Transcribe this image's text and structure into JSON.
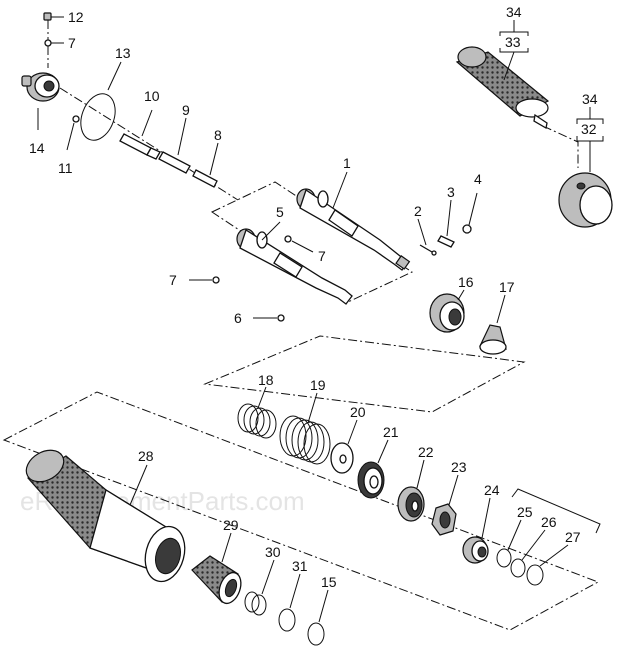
{
  "watermark": "eReplacementParts.com",
  "labels": {
    "p1": "1",
    "p2": "2",
    "p3": "3",
    "p4": "4",
    "p5": "5",
    "p6": "6",
    "p7a": "7",
    "p7b": "7",
    "p7c": "7",
    "p8": "8",
    "p9": "9",
    "p10": "10",
    "p11": "11",
    "p12": "12",
    "p13": "13",
    "p14": "14",
    "p15": "15",
    "p16": "16",
    "p17": "17",
    "p18": "18",
    "p19": "19",
    "p20": "20",
    "p21": "21",
    "p22": "22",
    "p23": "23",
    "p24": "24",
    "p25": "25",
    "p26": "26",
    "p27": "27",
    "p28": "28",
    "p29": "29",
    "p30": "30",
    "p31": "31",
    "p32": "32",
    "p33": "33",
    "p34a": "34",
    "p34b": "34"
  }
}
